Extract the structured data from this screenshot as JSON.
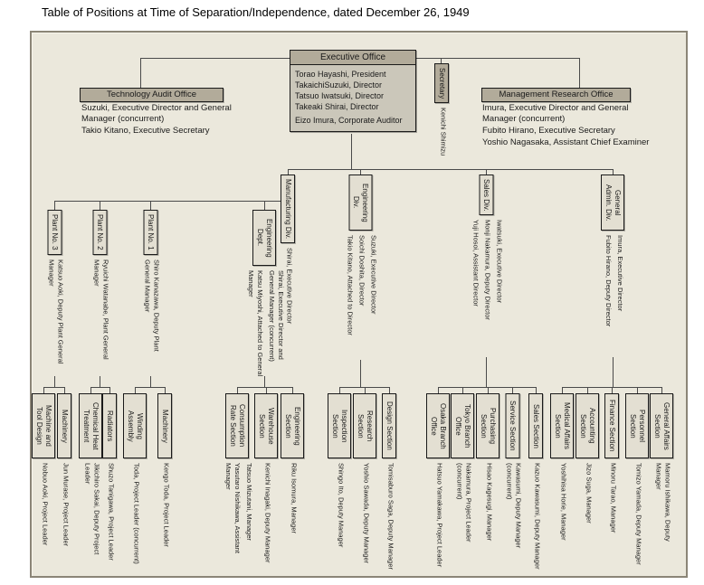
{
  "title": "Table of Positions at Time of Separation/Independence, dated December 26, 1949",
  "colors": {
    "panel_bg": "#ebe8dc",
    "box_fill": "#e3dfd2",
    "header_fill": "#b2ab9a",
    "exec_body_fill": "#cbc7ba",
    "connector_line": "#4a4a4a",
    "border": "#1a1a1a"
  },
  "executive_office": {
    "label": "Executive Office",
    "members": [
      "Torao Hayashi, President",
      "TakaichiSuzuki, Director",
      "Tatsuo Iwatsuki, Director",
      "Takeaki Shirai, Director",
      "Eizo Imura, Corporate Auditor"
    ]
  },
  "secretary": {
    "label": "Secretary",
    "staff": "Kenichi Shimizu"
  },
  "technology_audit_office": {
    "label": "Technology Audit Office",
    "members": [
      "Suzuki, Executive Director and General Manager (concurrent)",
      "Takio Kitano, Executive Secretary"
    ]
  },
  "management_research_office": {
    "label": "Management Research Office",
    "members": [
      "Imura, Executive Director and General Manager (concurrent)",
      "Fubito Hirano, Executive Secretary",
      "Yoshio Nagasaka, Assistant Chief Examiner"
    ]
  },
  "divisions": {
    "manufacturing": {
      "label": "Manufacturing Div.",
      "staff": [
        "Shirai, Executive Director"
      ]
    },
    "engineering": {
      "label": "Engineering Div.",
      "staff": [
        "Suzuki, Executive Director",
        "Soichi Doshita, Director",
        "Takio Kitano, Attached to Director"
      ]
    },
    "sales": {
      "label": "Sales Div.",
      "staff": [
        "Iwatsuki, Executive Director",
        "Monji Nakamura, Deputy Director",
        "Yuji Hosoi, Assistant Director"
      ]
    },
    "general_admin": {
      "label": "General Admin. Div.",
      "staff": [
        "Imura, Executive Director",
        "Fubito Hirano, Deputy Director"
      ]
    }
  },
  "plants": {
    "plant3": {
      "label": "Plant No. 3",
      "staff": [
        "Katsuo Aoki, Deputy Plant General Manager"
      ]
    },
    "plant2": {
      "label": "Plant No. 2",
      "staff": [
        "Ryuichi Watanabe, Plant General Manager"
      ]
    },
    "plant1": {
      "label": "Plant No. 1",
      "staff": [
        "Shiro Kanazawa, Deputy Plant General Manager"
      ]
    },
    "engineering_dept": {
      "label": "Engineering Dept.",
      "staff": [
        "Shirai, Executive Director and General Manager (concurrent)",
        "Katsu Miyoshi, Attached to General Manager"
      ]
    }
  },
  "sections": {
    "machine_tool_design": {
      "label": "Machine and Tool Design",
      "staff": [
        "Nobuo Aoki, Project Leader"
      ]
    },
    "machinery_p3": {
      "label": "Machinery",
      "staff": [
        "Jun Murase, Project Leader"
      ]
    },
    "chemical_heat": {
      "label": "Chemical Heat Treatment",
      "staff": [
        "Jikichiro Sakai, Deputy Project Leader"
      ]
    },
    "radiators": {
      "label": "Radiators",
      "staff": [
        "Shuzo Tanigawa, Project Leader"
      ]
    },
    "winding_assembly": {
      "label": "Winding Assembly",
      "staff": [
        "Toda, Project Leader (concurrent)"
      ]
    },
    "machinery_p1": {
      "label": "Machinery",
      "staff": [
        "Kengo Toda, Project Leader"
      ]
    },
    "consumption_rate": {
      "label": "Consumption Rate Section",
      "staff": [
        "Tatsuo Mizutani, Manager",
        "Yasutaro Nishikawa, Assistant Manager"
      ]
    },
    "warehouse": {
      "label": "Warehouse Section",
      "staff": [
        "Kenichi Inagaki, Deputy Manager"
      ]
    },
    "engineering_section": {
      "label": "Engineering Section",
      "staff": [
        "Riku Isomura, Manager"
      ]
    },
    "inspection": {
      "label": "Inspection Section",
      "staff": [
        "Shingo Ito, Deputy Manager"
      ]
    },
    "research": {
      "label": "Research Section",
      "staff": [
        "Yoshio Sawada, Deputy Manager"
      ]
    },
    "design": {
      "label": "Design Section",
      "staff": [
        "Tomisaburo Saga, Deputy Manager"
      ]
    },
    "osaka_branch": {
      "label": "Osaka Branch Office",
      "staff": [
        "Hatsuo Yamakawa, Project Leader"
      ]
    },
    "tokyo_branch": {
      "label": "Tokyo Branch Office",
      "staff": [
        "Nakamura, Project Leader (concurrent)"
      ]
    },
    "purchasing": {
      "label": "Purchasing Section",
      "staff": [
        "Hisao Kagesugi, Manager"
      ]
    },
    "service": {
      "label": "Service Section",
      "staff": [
        "Kawasumi, Deputy Manager (concurrent)"
      ]
    },
    "sales_section": {
      "label": "Sales Section",
      "staff": [
        "Kazuo Kawasumi, Deputy Manager"
      ]
    },
    "medical_affairs": {
      "label": "Medical Affairs Section",
      "staff": [
        "Yoshihisa Horie, Manager"
      ]
    },
    "accounting": {
      "label": "Accounting Section",
      "staff": [
        "Jizo Suga, Manager"
      ]
    },
    "finance": {
      "label": "Finance Section",
      "staff": [
        "Minoru Tarao, Manager"
      ]
    },
    "personnel": {
      "label": "Personnel Section",
      "staff": [
        "Tomizo Yamada, Deputy Manager"
      ]
    },
    "general_affairs": {
      "label": "General Affairs Section",
      "staff": [
        "Mamoru Ishikawa, Deputy Manager"
      ]
    }
  }
}
